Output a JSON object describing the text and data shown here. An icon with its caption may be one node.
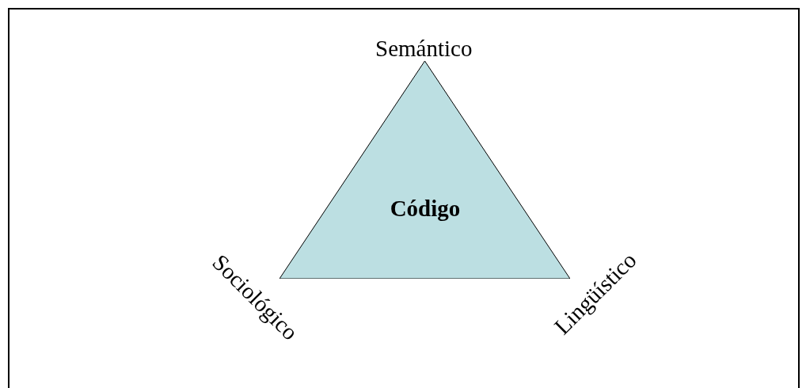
{
  "diagram": {
    "nodes": [
      {
        "text": [
          "Código"
        ]
      }
    ],
    "labels": [
      "Semántico",
      "Sociológico",
      "Lingüístico"
    ]
  }
}
